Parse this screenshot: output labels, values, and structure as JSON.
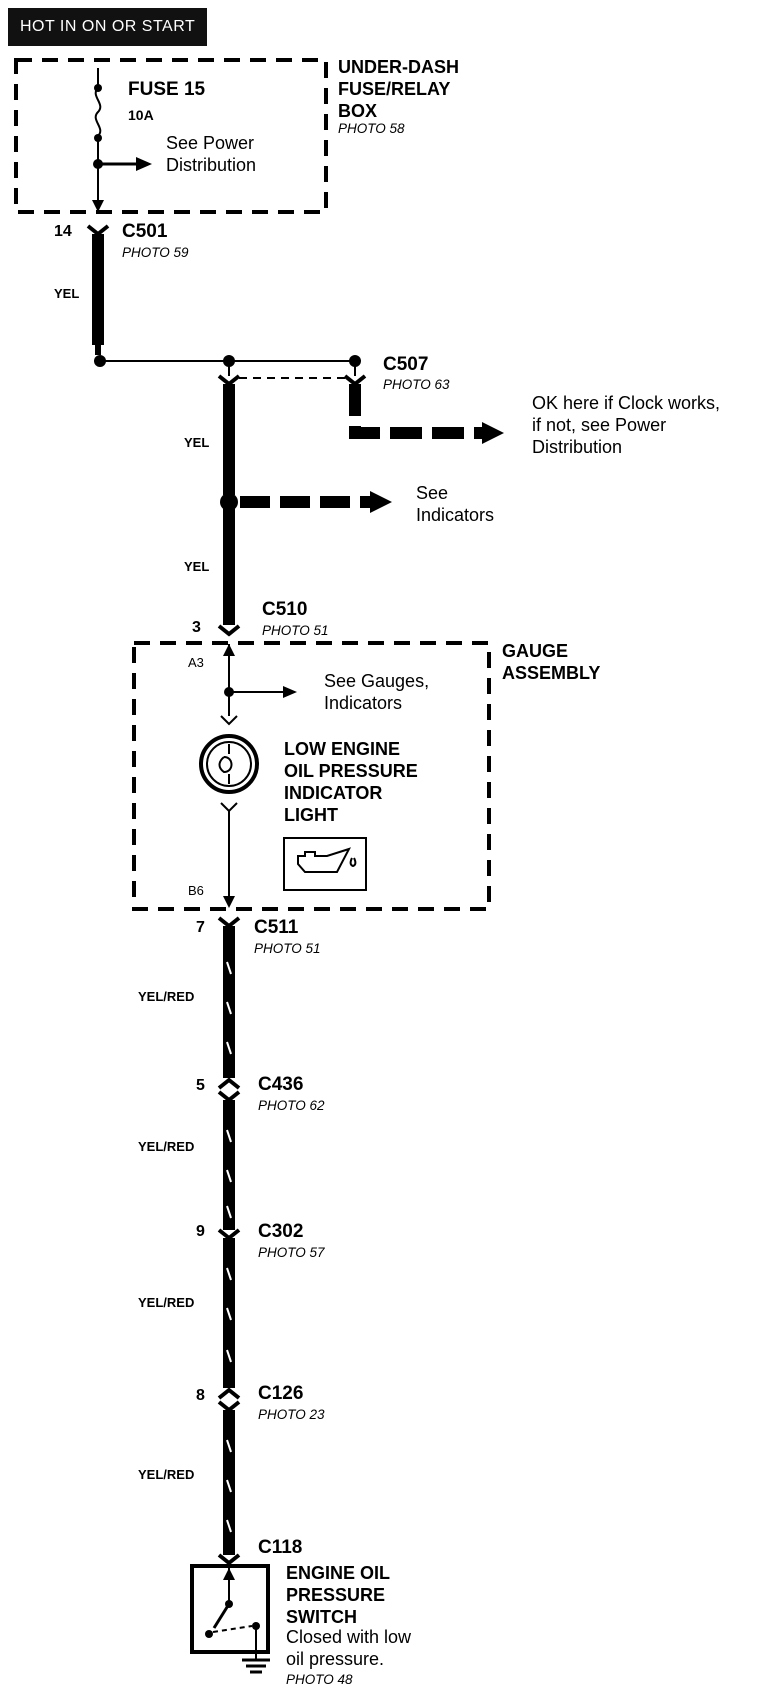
{
  "header": {
    "hot_label": "HOT IN ON OR START"
  },
  "fuse_box": {
    "fuse": "FUSE 15",
    "rating": "10A",
    "see_power_1": "See Power",
    "see_power_2": "Distribution",
    "box_title_1": "UNDER-DASH",
    "box_title_2": "FUSE/RELAY",
    "box_title_3": "BOX",
    "box_photo": "PHOTO 58"
  },
  "connectors": {
    "c501": {
      "pin": "14",
      "name": "C501",
      "photo": "PHOTO 59"
    },
    "c507": {
      "name": "C507",
      "photo": "PHOTO 63"
    },
    "c510": {
      "pin": "3",
      "name": "C510",
      "photo": "PHOTO 51"
    },
    "c511": {
      "pin": "7",
      "name": "C511",
      "photo": "PHOTO 51"
    },
    "c436": {
      "pin": "5",
      "name": "C436",
      "photo": "PHOTO 62"
    },
    "c302": {
      "pin": "9",
      "name": "C302",
      "photo": "PHOTO 57"
    },
    "c126": {
      "pin": "8",
      "name": "C126",
      "photo": "PHOTO 23"
    },
    "c118": {
      "name": "C118"
    }
  },
  "wires": {
    "yel_1": "YEL",
    "yel_2": "YEL",
    "yel_3": "YEL",
    "yelred_1": "YEL/RED",
    "yelred_2": "YEL/RED",
    "yelred_3": "YEL/RED",
    "yelred_4": "YEL/RED"
  },
  "notes": {
    "clock_1": "OK here if Clock works,",
    "clock_2": "if not, see Power",
    "clock_3": "Distribution",
    "indicators_1": "See",
    "indicators_2": "Indicators",
    "gauges_1": "See Gauges,",
    "gauges_2": "Indicators"
  },
  "gauge_assembly": {
    "title_1": "GAUGE",
    "title_2": "ASSEMBLY",
    "pin_a3": "A3",
    "pin_b6": "B6",
    "light_1": "LOW ENGINE",
    "light_2": "OIL PRESSURE",
    "light_3": "INDICATOR",
    "light_4": "LIGHT"
  },
  "switch": {
    "title_1": "ENGINE OIL",
    "title_2": "PRESSURE",
    "title_3": "SWITCH",
    "desc_1": "Closed with low",
    "desc_2": "oil pressure.",
    "photo": "PHOTO 48"
  }
}
